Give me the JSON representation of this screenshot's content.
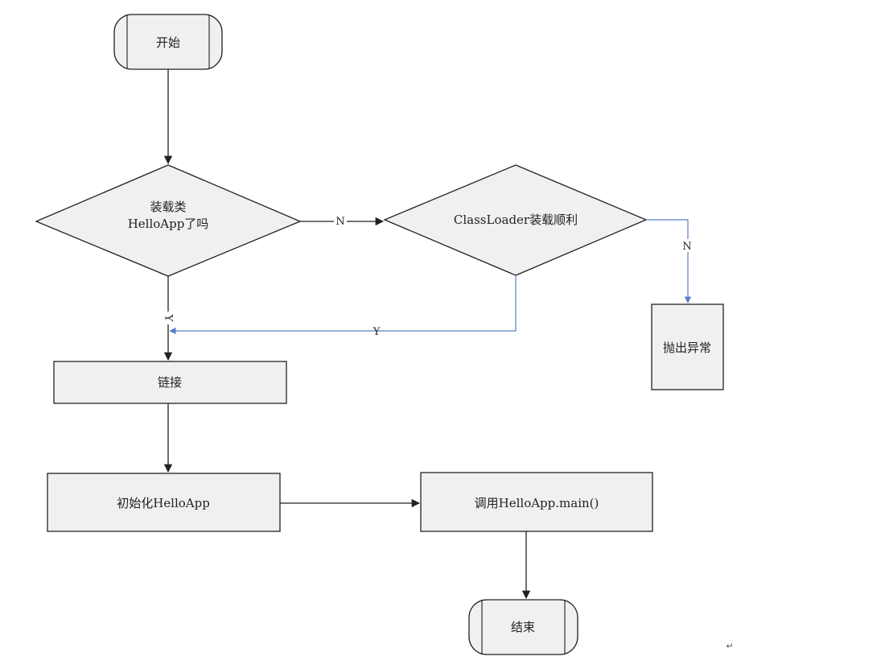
{
  "nodes": {
    "start": "开始",
    "load_check_line1": "装载类",
    "load_check_line2": "HelloApp了吗",
    "classloader_check": "ClassLoader装载顺利",
    "throw_exception": "抛出异常",
    "link": "链接",
    "init": "初始化HelloApp",
    "invoke_main": "调用HelloApp.main()",
    "end": "结束"
  },
  "edges": {
    "load_no": "N",
    "load_yes": "Y",
    "classloader_no": "N",
    "classloader_yes": "Y"
  },
  "paragraph_mark": "↵",
  "colors": {
    "node_fill": "#f0f0f0",
    "stroke": "#222222",
    "blue_connector": "#5b7fc7"
  }
}
